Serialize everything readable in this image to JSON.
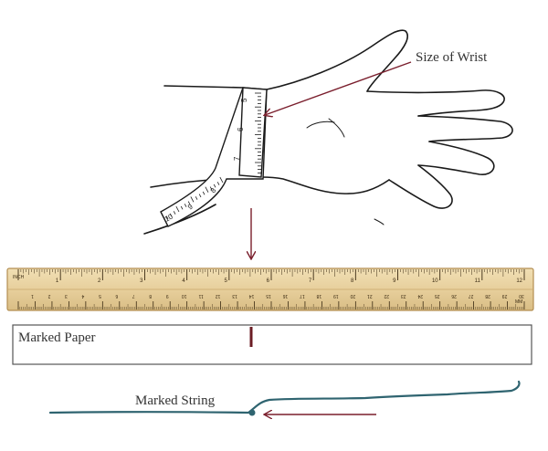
{
  "labels": {
    "wrist_size": "Size of Wrist",
    "marked_paper": "Marked Paper",
    "marked_string": "Marked String"
  },
  "ruler": {
    "top_scale_unit": "INCH",
    "inch_numbers": [
      "1",
      "2",
      "3",
      "4",
      "5",
      "6",
      "7",
      "8",
      "9",
      "10",
      "11",
      "12"
    ],
    "bottom_scale_unit": "MM",
    "cm_numbers": [
      "1",
      "2",
      "3",
      "4",
      "5",
      "6",
      "7",
      "8",
      "9",
      "10",
      "11",
      "12",
      "13",
      "14",
      "15",
      "16",
      "17",
      "18",
      "19",
      "20",
      "21",
      "22",
      "23",
      "24",
      "25",
      "26",
      "27",
      "28",
      "29",
      "30"
    ]
  },
  "tape_numbers": [
    "10",
    "9",
    "8",
    "7",
    "6",
    "5"
  ],
  "colors": {
    "outline": "#1a1a1a",
    "arrow": "#7a1e2c",
    "ruler_wood": "#e9d3a2",
    "ruler_edge": "#b38e52",
    "string": "#2f6470",
    "paper_mark": "#6b1d24",
    "label_text": "#333333"
  },
  "icons": {
    "hand": "hand-outline-icon",
    "tape": "measuring-tape-icon",
    "ruler": "ruler-icon"
  }
}
